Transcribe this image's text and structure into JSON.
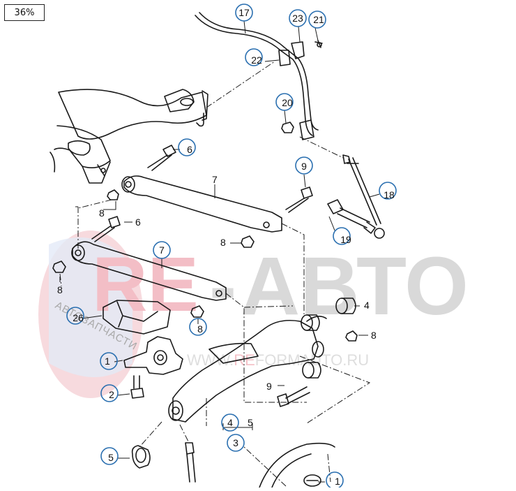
{
  "zoom": {
    "value": "36%"
  },
  "watermark": {
    "logo_letters": "RE",
    "brand_dash": "-",
    "brand_word": "АВТО",
    "arc_text": "АВТОЗАПЧАСТИ",
    "url_prefix": "WWW.",
    "url_accent": "RE",
    "url_suffix": "FORMAUTO.RU"
  },
  "callouts": {
    "c17": "17",
    "c23": "23",
    "c21": "21",
    "c22": "22",
    "c20": "20",
    "c6a": "6",
    "c7a": "7",
    "c9a": "9",
    "c18": "18",
    "c8a": "8",
    "c6b": "6",
    "c19": "19",
    "c8b": "8",
    "c7b": "7",
    "c8c": "8",
    "c26": "26",
    "c8d": "8",
    "c4a": "4",
    "c8e": "8",
    "c1a": "1",
    "c2": "2",
    "c9b": "9",
    "c4b": "4",
    "c5a": "5",
    "c3": "3",
    "c5b": "5",
    "c1b": "1"
  },
  "colors": {
    "line": "#1a1a1a",
    "circle": "#2a6fb0",
    "wm_red": "#f3b8bf",
    "wm_blue": "#b9c8e8",
    "wm_gray": "#cfcfcf"
  }
}
